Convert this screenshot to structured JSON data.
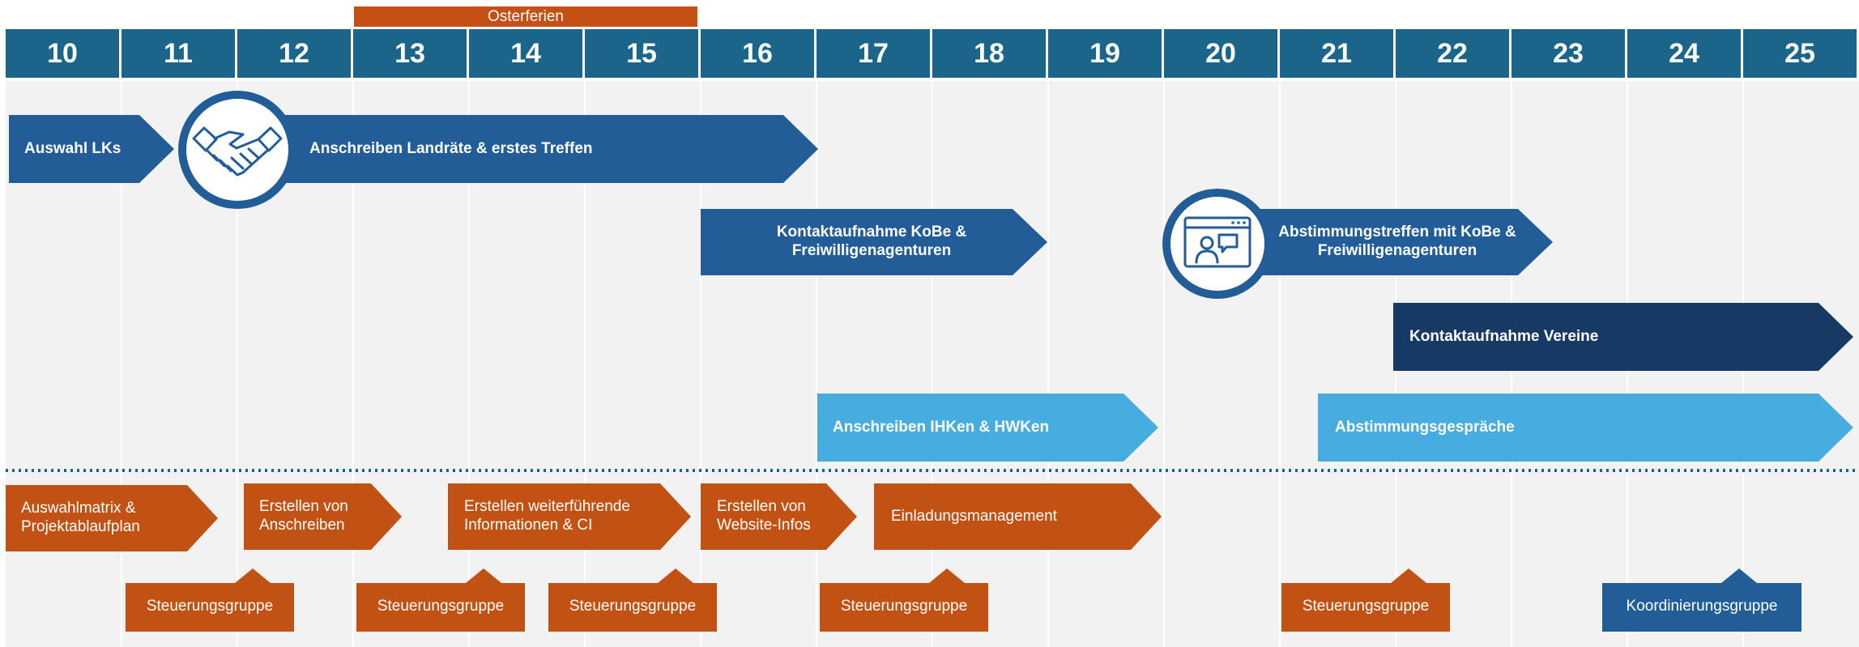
{
  "calendar": {
    "weeks": [
      "10",
      "11",
      "12",
      "13",
      "14",
      "15",
      "16",
      "17",
      "18",
      "19",
      "20",
      "21",
      "22",
      "23",
      "24",
      "25"
    ],
    "holiday_label": "Osterferien"
  },
  "colors": {
    "header_blue": "#1a6589",
    "lane_background": "#f2f2f2",
    "medium_blue": "#225d98",
    "dark_navy": "#173a65",
    "light_blue": "#47ade0",
    "orange": "#c25114",
    "dotted_divider": "#1a6589"
  },
  "icons": [
    "handshake-icon",
    "video-call-icon"
  ],
  "upper_tasks": {
    "auswahl_lks": "Auswahl LKs",
    "anschreiben_landraete": "Anschreiben Landräte & erstes Treffen",
    "kontaktaufnahme_kobe": "Kontaktaufnahme KoBe & Freiwilligenagenturen",
    "abstimmungstreffen_kobe": "Abstimmungstreffen mit KoBe & Freiwilligenagenturen",
    "kontaktaufnahme_vereine": "Kontaktaufnahme Vereine",
    "anschreiben_ihken": "Anschreiben IHKen & HWKen",
    "abstimmungsgespraeche": "Abstimmungsgespräche"
  },
  "lower_tasks": {
    "auswahlmatrix": "Auswahlmatrix & Projektablaufplan",
    "erstellen_anschreiben": "Erstellen von Anschreiben",
    "erstellen_informationen": "Erstellen weiterführende Informationen & CI",
    "erstellen_website": "Erstellen von Website-Infos",
    "einladungsmanagement": "Einladungsmanagement"
  },
  "meetings": {
    "steuerungsgruppe": "Steuerungsgruppe",
    "koordinierungsgruppe": "Koordinierungsgruppe"
  }
}
